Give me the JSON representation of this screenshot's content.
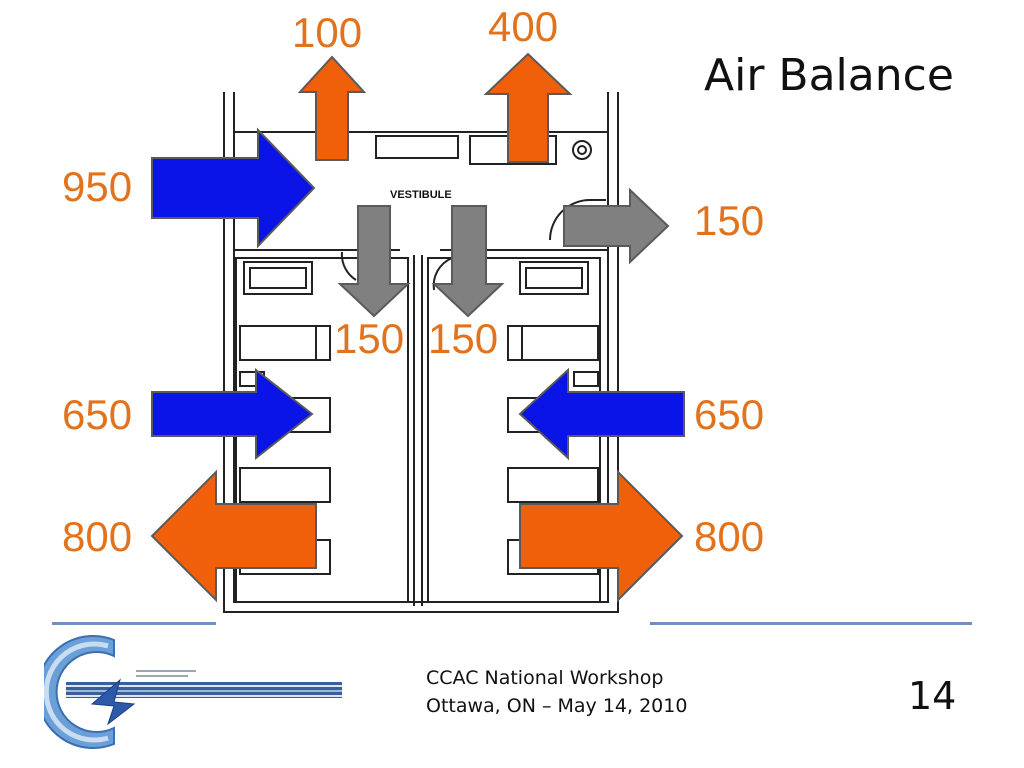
{
  "slide": {
    "title": "Air Balance",
    "footer_line1": "CCAC National Workshop",
    "footer_line2": "Ottawa, ON – May 14, 2010",
    "page_number": "14"
  },
  "plan": {
    "vestibule_label": "VESTIBULE"
  },
  "airflows": {
    "exhaust_top_left": "100",
    "exhaust_top_right": "400",
    "supply_vestibule": "950",
    "exhaust_vestibule_right": "150",
    "transfer_left": "150",
    "transfer_right": "150",
    "supply_room_left": "650",
    "supply_room_right": "650",
    "exhaust_room_left": "800",
    "exhaust_room_right": "800"
  },
  "colors": {
    "supply": "#0a14e6",
    "exhaust": "#f0600a",
    "transfer": "#808080",
    "labels": "#e2731c",
    "rule": "#6f8fc0"
  },
  "logo": {
    "icon": "ccac-logo-icon"
  }
}
